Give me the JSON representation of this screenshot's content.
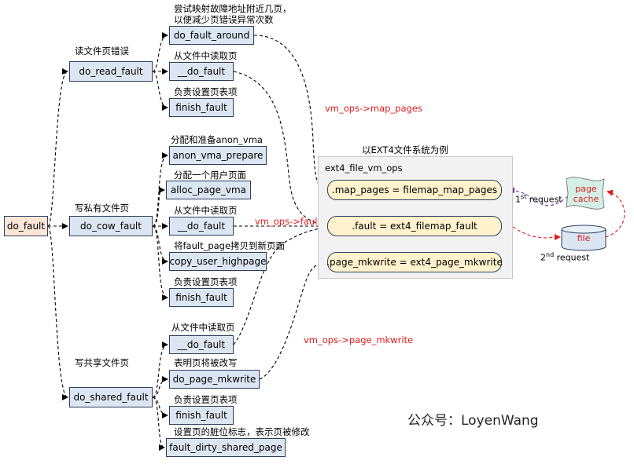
{
  "root": "do_fault",
  "level1": {
    "read": {
      "box": "do_read_fault",
      "label": "读文件页错误"
    },
    "cow": {
      "box": "do_cow_fault",
      "label": "写私有文件页"
    },
    "shared": {
      "box": "do_shared_fault",
      "label": "写共享文件页"
    }
  },
  "read_children": [
    {
      "box": "do_fault_around",
      "note_line1": "尝试映射故障地址附近几页，",
      "note_line2": "以便减少页错误异常次数"
    },
    {
      "box": "__do_fault",
      "note": "从文件中读取页"
    },
    {
      "box": "finish_fault",
      "note": "负责设置页表项"
    }
  ],
  "cow_children": [
    {
      "box": "anon_vma_prepare",
      "note": "分配和准备anon_vma"
    },
    {
      "box": "alloc_page_vma",
      "note": "分配一个用户页面"
    },
    {
      "box": "__do_fault",
      "note": "从文件中读取页"
    },
    {
      "box": "copy_user_highpage",
      "note": "将fault_page拷贝到新页面"
    },
    {
      "box": "finish_fault",
      "note": "负责设置页表项"
    }
  ],
  "shared_children": [
    {
      "box": "__do_fault",
      "note": "从文件中读取页"
    },
    {
      "box": "do_page_mkwrite",
      "note": "表明页将被改写"
    },
    {
      "box": "finish_fault",
      "note": "负责设置页表项"
    },
    {
      "box": "fault_dirty_shared_page",
      "note": "设置页的脏位标志，表示页被修改"
    }
  ],
  "panel": {
    "caption": "以EXT4文件系统为例",
    "title": "ext4_file_vm_ops",
    "ops": [
      ".map_pages = filemap_map_pages",
      ".fault = ext4_filemap_fault",
      ".page_mkwrite = ext4_page_mkwrite"
    ]
  },
  "annotations": {
    "map_pages": "vm_ops->map_pages",
    "fault": "vm_ops->fault",
    "page_mkwrite": "vm_ops->page_mkwrite"
  },
  "storage": {
    "page_cache_line1": "page",
    "page_cache_line2": "cache",
    "file": "file",
    "first_req_num": "1",
    "first_req_sup": "st",
    "first_req_text": " request",
    "second_req_num": "2",
    "second_req_sup": "nd",
    "second_req_text": " request"
  },
  "watermark": "公众号：LoyenWang",
  "colors": {
    "box_fill": "#dce6f2",
    "root_fill": "#fbe5d6",
    "op_fill": "#fff2cc",
    "page_cache_fill": "#d6efe6",
    "file_fill": "#dce6f2",
    "annotation": "#e01b1b",
    "first_request_arrow": "#7030a0",
    "second_request_arrow": "#e01b1b"
  }
}
